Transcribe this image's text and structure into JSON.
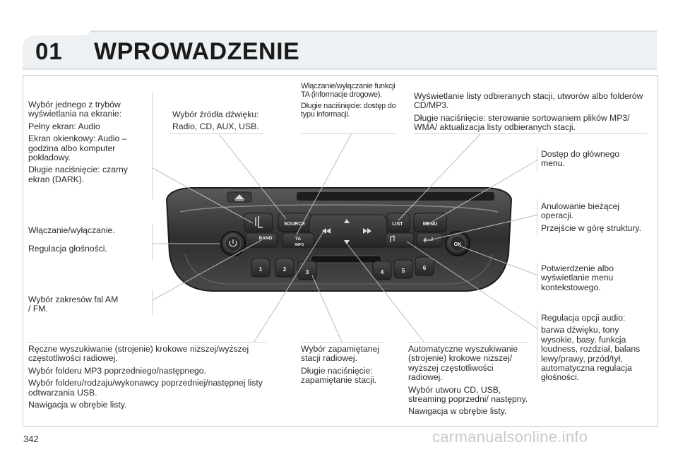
{
  "header": {
    "chapter_number": "01",
    "chapter_title": "WPROWADZENIE"
  },
  "page": {
    "number": "342",
    "watermark": "carmanualsonline.info"
  },
  "callouts": {
    "display_mode": {
      "line1": "Wybór jednego z trybów wyświetlania na ekranie:",
      "line2": "Pełny ekran: Audio",
      "line3": "Ekran okienkowy: Audio – godzina albo komputer pokładowy.",
      "line4": "Długie naciśnięcie: czarny ekran (DARK)."
    },
    "source": {
      "line1": "Wybór źródła dźwięku:",
      "line2": "Radio, CD, AUX, USB."
    },
    "ta": {
      "line1": "Włączanie/wyłączanie funkcji TA (informacje drogowe).",
      "line2": "Długie naciśnięcie: dostęp do typu informacji."
    },
    "list": {
      "line1": "Wyświetlanie listy odbieranych stacji, utworów albo folderów CD/MP3.",
      "line2": "Długie naciśnięcie: sterowanie sortowaniem plików MP3/ WMA/ aktualizacja listy odbieranych stacji."
    },
    "menu": {
      "line1": "Dostęp do głównego menu."
    },
    "back": {
      "line1": "Anulowanie bieżącej operacji.",
      "line2": "Przejście w górę struktury."
    },
    "ok": {
      "line1": "Potwierdzenie albo wyświetlanie menu kontekstowego."
    },
    "audio": {
      "line1": "Regulacja opcji audio:",
      "line2": "barwa dźwięku, tony wysokie, basy, funkcja loudness, rozdział, balans lewy/prawy, przód/tył, automatyczna regulacja głośności."
    },
    "power": {
      "line1": "Włączanie/wyłączanie."
    },
    "volume": {
      "line1": "Regulacja głośności."
    },
    "band": {
      "line1": "Wybór zakresów fal AM / FM."
    },
    "seek": {
      "line1": "Ręczne wyszukiwanie (strojenie) krokowe niższej/wyższej częstotliwości radiowej.",
      "line2": "Wybór folderu MP3 poprzedniego/następnego.",
      "line3": "Wybór folderu/rodzaju/wykonawcy poprzedniej/następnej listy odtwarzania USB.",
      "line4": "Nawigacja w obrębie listy."
    },
    "presets": {
      "line1": "Wybór zapamiętanej stacji radiowej.",
      "line2": "Długie naciśnięcie: zapamiętanie stacji."
    },
    "auto_seek": {
      "line1": "Automatyczne wyszukiwanie (strojenie) krokowe niższej/ wyższej częstotliwości radiowej.",
      "line2": "Wybór utworu CD, USB, streaming poprzedni/ następny.",
      "line3": "Nawigacja w obrębie listy."
    }
  },
  "radio": {
    "buttons": {
      "source": "SOURCE",
      "ta": "TA",
      "info": "INFO",
      "list": "LIST",
      "menu": "MENU",
      "band": "BAND",
      "ok": "OK",
      "presets": [
        "1",
        "2",
        "3",
        "4",
        "5",
        "6"
      ]
    }
  },
  "colors": {
    "panel": "#2b2b2b",
    "button": "#3a3a3a",
    "accent": "#111111"
  }
}
